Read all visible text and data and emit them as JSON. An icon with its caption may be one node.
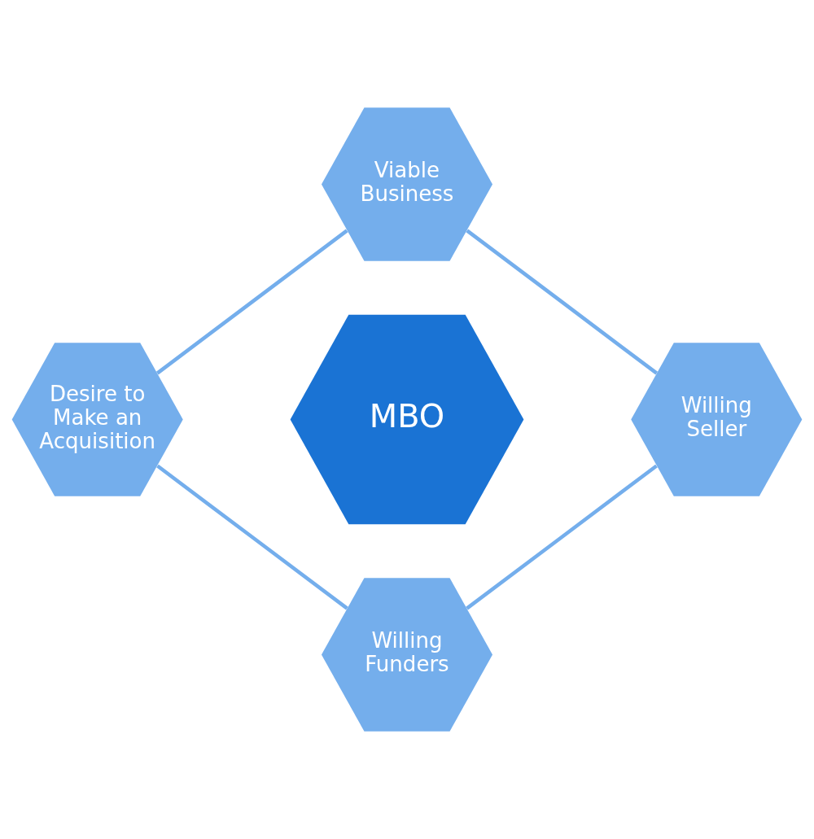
{
  "diagram": {
    "nodes": [
      {
        "text": [
          "Viable Business"
        ]
      },
      {
        "text": [
          "Desire to Make an Acquisition"
        ]
      },
      {
        "text": [
          "MBO"
        ]
      },
      {
        "text": [
          "Willing Seller"
        ]
      },
      {
        "text": [
          "Willing Funders"
        ]
      }
    ],
    "edges": [
      {
        "from": 0,
        "to": 3,
        "arrow": "none"
      },
      {
        "from": 3,
        "to": 4,
        "arrow": "none"
      },
      {
        "from": 4,
        "to": 1,
        "arrow": "none"
      },
      {
        "from": 1,
        "to": 0,
        "arrow": "none"
      }
    ]
  }
}
